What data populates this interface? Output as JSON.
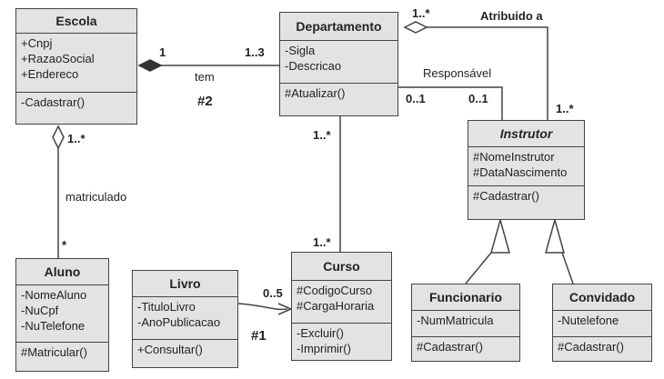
{
  "classes": {
    "escola": {
      "name": "Escola",
      "attributes": [
        "+Cnpj",
        "+RazaoSocial",
        "+Endereco"
      ],
      "operations": [
        "-Cadastrar()"
      ]
    },
    "departamento": {
      "name": "Departamento",
      "attributes": [
        "-Sigla",
        "-Descricao"
      ],
      "operations": [
        "#Atualizar()"
      ]
    },
    "instrutor": {
      "name": "Instrutor",
      "attributes": [
        "#NomeInstrutor",
        "#DataNascimento"
      ],
      "operations": [
        "#Cadastrar()"
      ]
    },
    "aluno": {
      "name": "Aluno",
      "attributes": [
        "-NomeAluno",
        "-NuCpf",
        "-NuTelefone"
      ],
      "operations": [
        "#Matricular()"
      ]
    },
    "livro": {
      "name": "Livro",
      "attributes": [
        "-TituloLivro",
        "-AnoPublicacao"
      ],
      "operations": [
        "+Consultar()"
      ]
    },
    "curso": {
      "name": "Curso",
      "attributes": [
        "#CodigoCurso",
        "#CargaHoraria"
      ],
      "operations": [
        "-Excluir()",
        "-Imprimir()"
      ]
    },
    "funcionario": {
      "name": "Funcionario",
      "attributes": [
        "-NumMatricula"
      ],
      "operations": [
        "#Cadastrar()"
      ]
    },
    "convidado": {
      "name": "Convidado",
      "attributes": [
        "-Nutelefone"
      ],
      "operations": [
        "#Cadastrar()"
      ]
    }
  },
  "labels": {
    "escola_dep_mult_escola": "1",
    "escola_dep_mult_dep": "1..3",
    "escola_dep_name": "tem",
    "escola_dep_tag": "#2",
    "atribuido_name": "Atribuido a",
    "atribuido_mult_dep": "1..*",
    "atribuido_mult_instr": "1..*",
    "responsavel_name": "Responsável",
    "responsavel_mult_dep": "0..1",
    "responsavel_mult_instr": "0..1",
    "dep_curso_mult_dep": "1..*",
    "dep_curso_mult_curso": "1..*",
    "escola_aluno_mult_escola": "1..*",
    "escola_aluno_name": "matriculado",
    "escola_aluno_mult_aluno": "*",
    "livro_curso_mult": "0..5",
    "livro_curso_tag": "#1"
  }
}
